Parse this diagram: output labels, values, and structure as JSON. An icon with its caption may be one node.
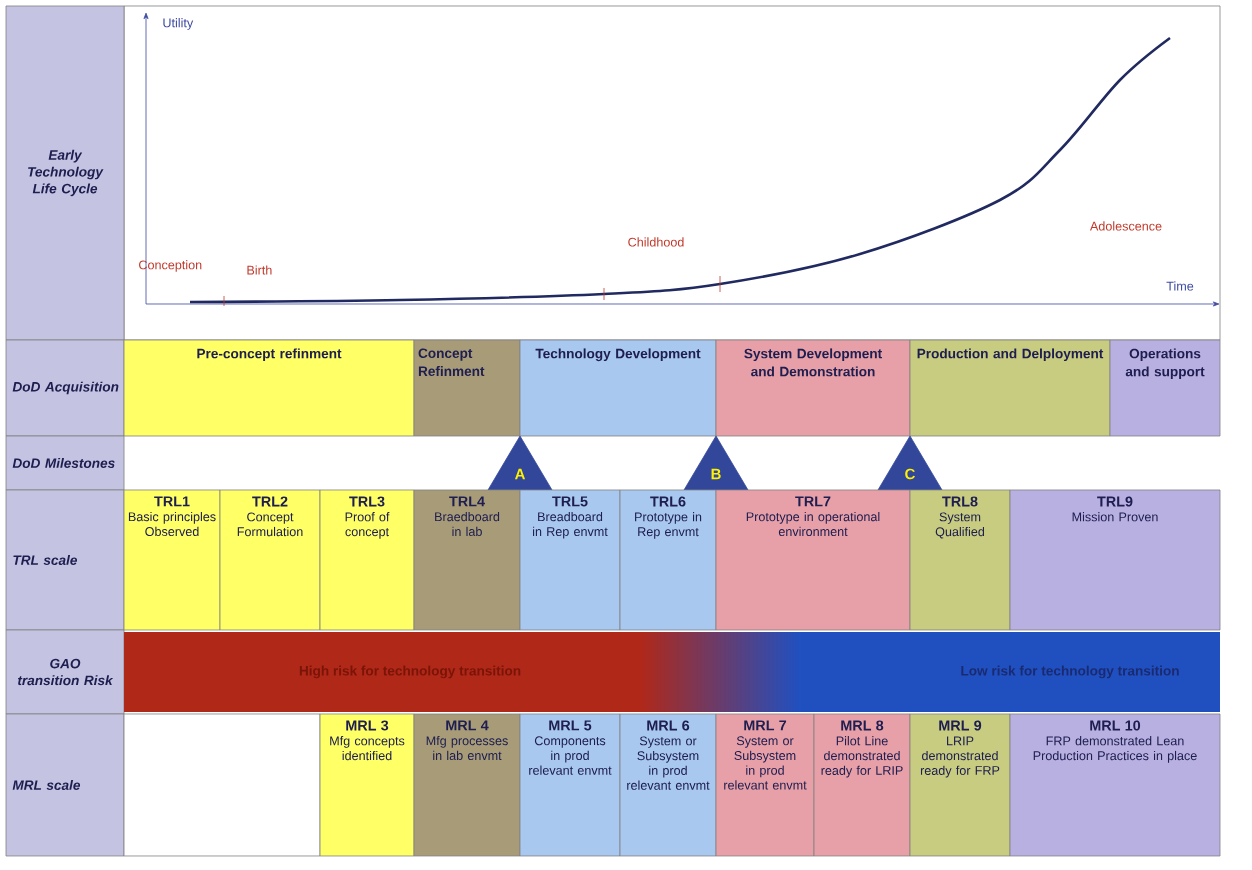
{
  "diagram": {
    "nodes": [
      {
        "text": [
          "Early Technology Life Cycle"
        ]
      },
      {
        "text": [
          "DoD Acquisition"
        ]
      },
      {
        "text": [
          "DoD Milestones"
        ]
      },
      {
        "text": [
          "TRL scale"
        ]
      },
      {
        "text": [
          "GAO transition Risk"
        ]
      },
      {
        "text": [
          "MRL scale"
        ]
      },
      {
        "text": [
          "Pre-concept refinment"
        ]
      },
      {
        "text": [
          "Concept Refinment"
        ]
      },
      {
        "text": [
          "Technology Development"
        ]
      },
      {
        "text": [
          "System Development and Demonstration"
        ]
      },
      {
        "text": [
          "Production and Delployment"
        ]
      },
      {
        "text": [
          "Operations and support"
        ]
      },
      {
        "text": [
          "A"
        ]
      },
      {
        "text": [
          "B"
        ]
      },
      {
        "text": [
          "C"
        ]
      },
      {
        "text": [
          "TRL1",
          "Basic principles Observed"
        ]
      },
      {
        "text": [
          "TRL2",
          "Concept Formulation"
        ]
      },
      {
        "text": [
          "TRL3",
          "Proof of concept"
        ]
      },
      {
        "text": [
          "TRL4",
          "Braedboard in lab"
        ]
      },
      {
        "text": [
          "TRL5",
          "Breadboard in Rep envmt"
        ]
      },
      {
        "text": [
          "TRL6",
          "Prototype in Rep envmt"
        ]
      },
      {
        "text": [
          "TRL7",
          "Prototype in operational environment"
        ]
      },
      {
        "text": [
          "TRL8",
          "System Qualified"
        ]
      },
      {
        "text": [
          "TRL9",
          "Mission Proven"
        ]
      },
      {
        "text": [
          "High risk for technology transition",
          "Low risk for technology transition"
        ]
      },
      {
        "text": [],
        "shape": "box"
      },
      {
        "text": [
          "MRL 3",
          "Mfg concepts identified"
        ]
      },
      {
        "text": [
          "MRL 4",
          "Mfg processes in lab envmt"
        ]
      },
      {
        "text": [
          "MRL 5",
          "Components in prod relevant envmt"
        ]
      },
      {
        "text": [
          "MRL 6",
          "System or Subsystem in prod relevant envmt"
        ]
      },
      {
        "text": [
          "MRL 7",
          "System or Subsystem in prod relevant envmt"
        ]
      },
      {
        "text": [
          "MRL 8",
          "Pilot Line demonstrated ready for LRIP"
        ]
      },
      {
        "text": [
          "MRL 9",
          "LRIP demonstrated ready for FRP"
        ]
      },
      {
        "text": [
          "MRL 10",
          "FRP demonstrated Lean Production Practices in place"
        ]
      }
    ],
    "labels": [
      "Utility",
      "Adolescence",
      "Childhood",
      "Conception",
      "Birth",
      "Time"
    ]
  }
}
